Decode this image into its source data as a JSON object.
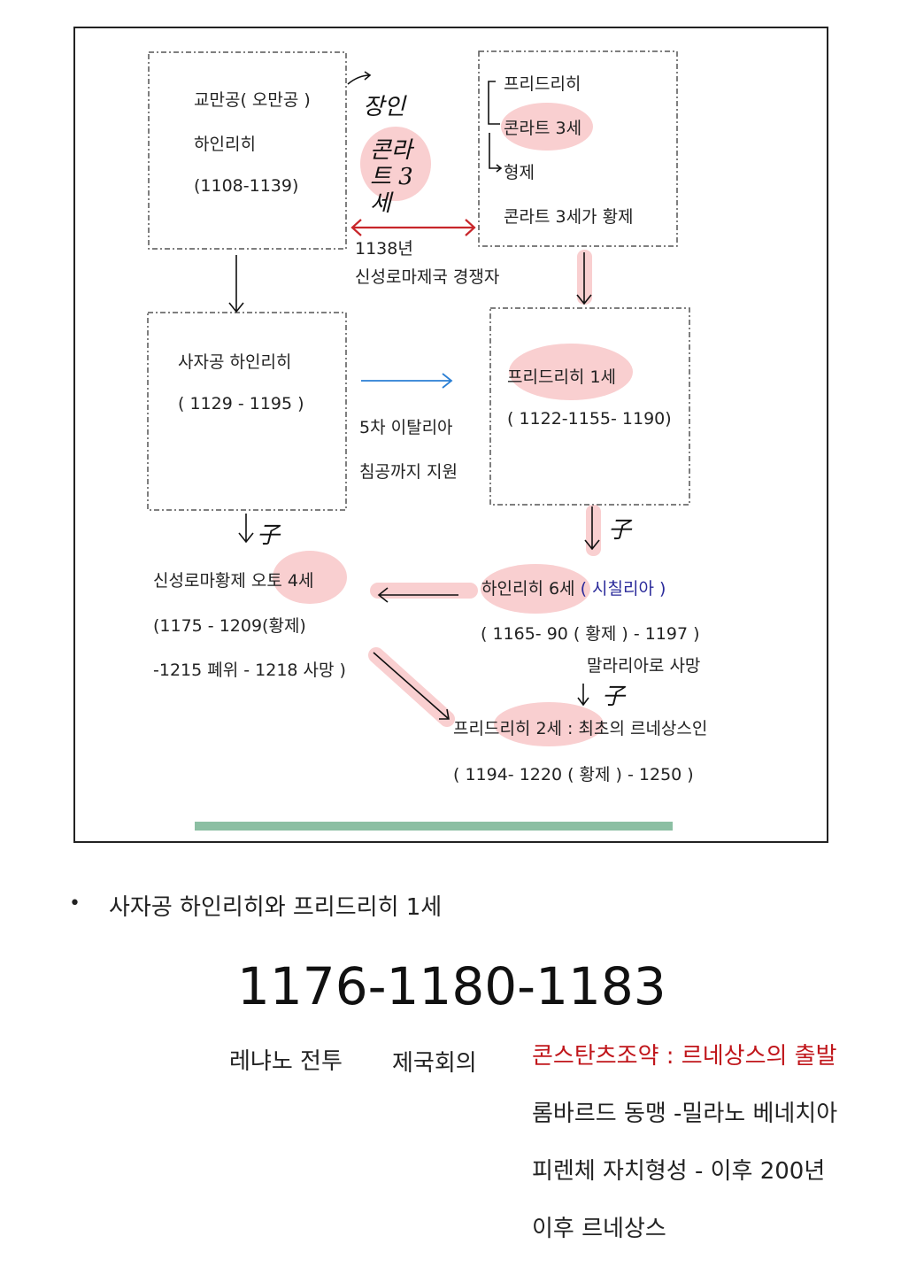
{
  "diagram": {
    "box1": {
      "line1": "교만공( 오만공 )",
      "line2": "하인리히",
      "line3": "(1108-1139)"
    },
    "box2": {
      "line1": "프리드리히",
      "line2": "콘라트 3세",
      "line3": "형제",
      "line4": "콘라트 3세가 황제"
    },
    "box3": {
      "line1": "사자공 하인리히",
      "line2": "( 1129 -   1195 )"
    },
    "box4": {
      "line1": "프리드리히 1세",
      "line2": "( 1122-1155- 1190)"
    },
    "rivalry": {
      "year": "1138년",
      "label": "신성로마제국 경쟁자"
    },
    "handwritten": {
      "jangin": "장인",
      "konrad": "콘라트 3세",
      "son": "子"
    },
    "support": {
      "line1": "5차 이탈리아",
      "line2": "침공까지 지원"
    },
    "otto": {
      "name": "신성로마황제 오토 4세",
      "line2": "(1175 -   1209(황제)",
      "line3": "-1215 폐위 -   1218 사망 )"
    },
    "heinrich6": {
      "name": "하인리히 6세",
      "region": "( 시칠리아 )",
      "line2": "( 1165- 90 ( 황제 ) -   1197 )",
      "line3": "말라리아로 사망"
    },
    "friedrich2": {
      "name": "프리드리히 2세 : 최초의 르네상스인",
      "line2": "( 1194-   1220 ( 황제 )   -   1250 )"
    }
  },
  "notes": {
    "bullet": "사자공 하인리히와 프리드리히 1세",
    "years": "1176-1180-1183",
    "ev1": "레냐노 전투",
    "ev2": "제국회의",
    "ev3": "콘스탄츠조약 : 르네상스의 출발",
    "ev3_line2": "롬바르드 동맹 -밀라노 베네치아",
    "ev3_line3": "피렌체 자치형성 - 이후 200년",
    "ev3_line4": "이후 르네상스"
  },
  "colors": {
    "highlight": "#f9cfd0",
    "red_arrow": "#c8262a",
    "blue_arrow": "#2a7fd4",
    "note_red": "#c0161b",
    "region_blue": "#2a2a9a"
  }
}
